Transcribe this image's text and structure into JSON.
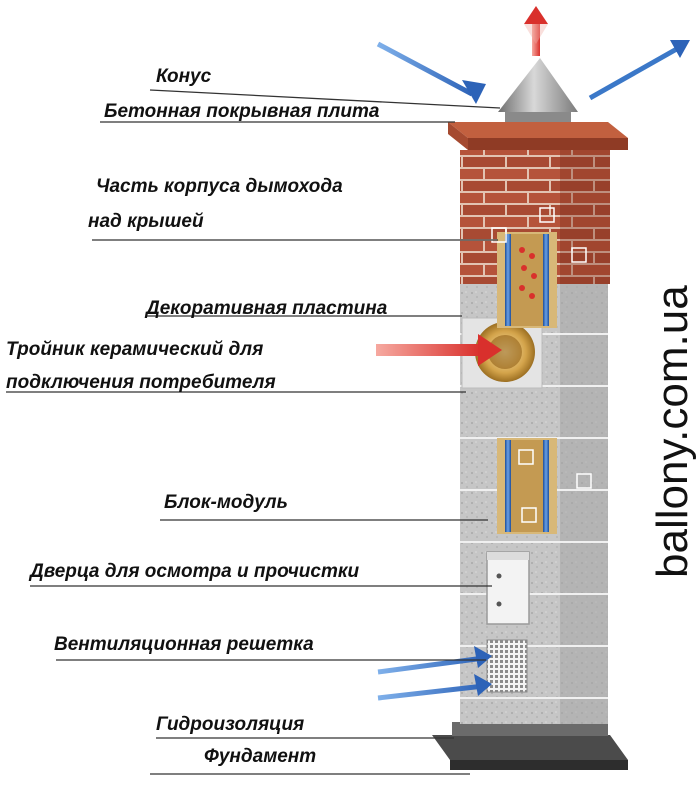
{
  "labels": {
    "cone": "Конус",
    "cover_slab": "Бетонная покрывная плита",
    "above_roof_line1": "Часть корпуса дымохода",
    "above_roof_line2": "над крышей",
    "decor_plate": "Декоративная пластина",
    "tee_line1": "Тройник керамический для",
    "tee_line2": "подключения потребителя",
    "block_module": "Блок-модуль",
    "door": "Дверца для осмотра и прочистки",
    "vent_grille": "Вентиляционная решетка",
    "waterproofing": "Гидроизоляция",
    "foundation": "Фундамент"
  },
  "watermark": "ballony.com.ua",
  "colors": {
    "brick": "#b5533a",
    "mortar": "#e8d2c4",
    "block": "#c4c4c4",
    "insulation": "#d8b878",
    "flue_pipe": "#2d63b8",
    "hot_arrow": "#d9302c",
    "cold_arrow": "#3b78c8",
    "cone": "#9a9a9a"
  },
  "icons": [
    "hot-air-arrow",
    "cold-air-arrow",
    "cone-cap"
  ]
}
